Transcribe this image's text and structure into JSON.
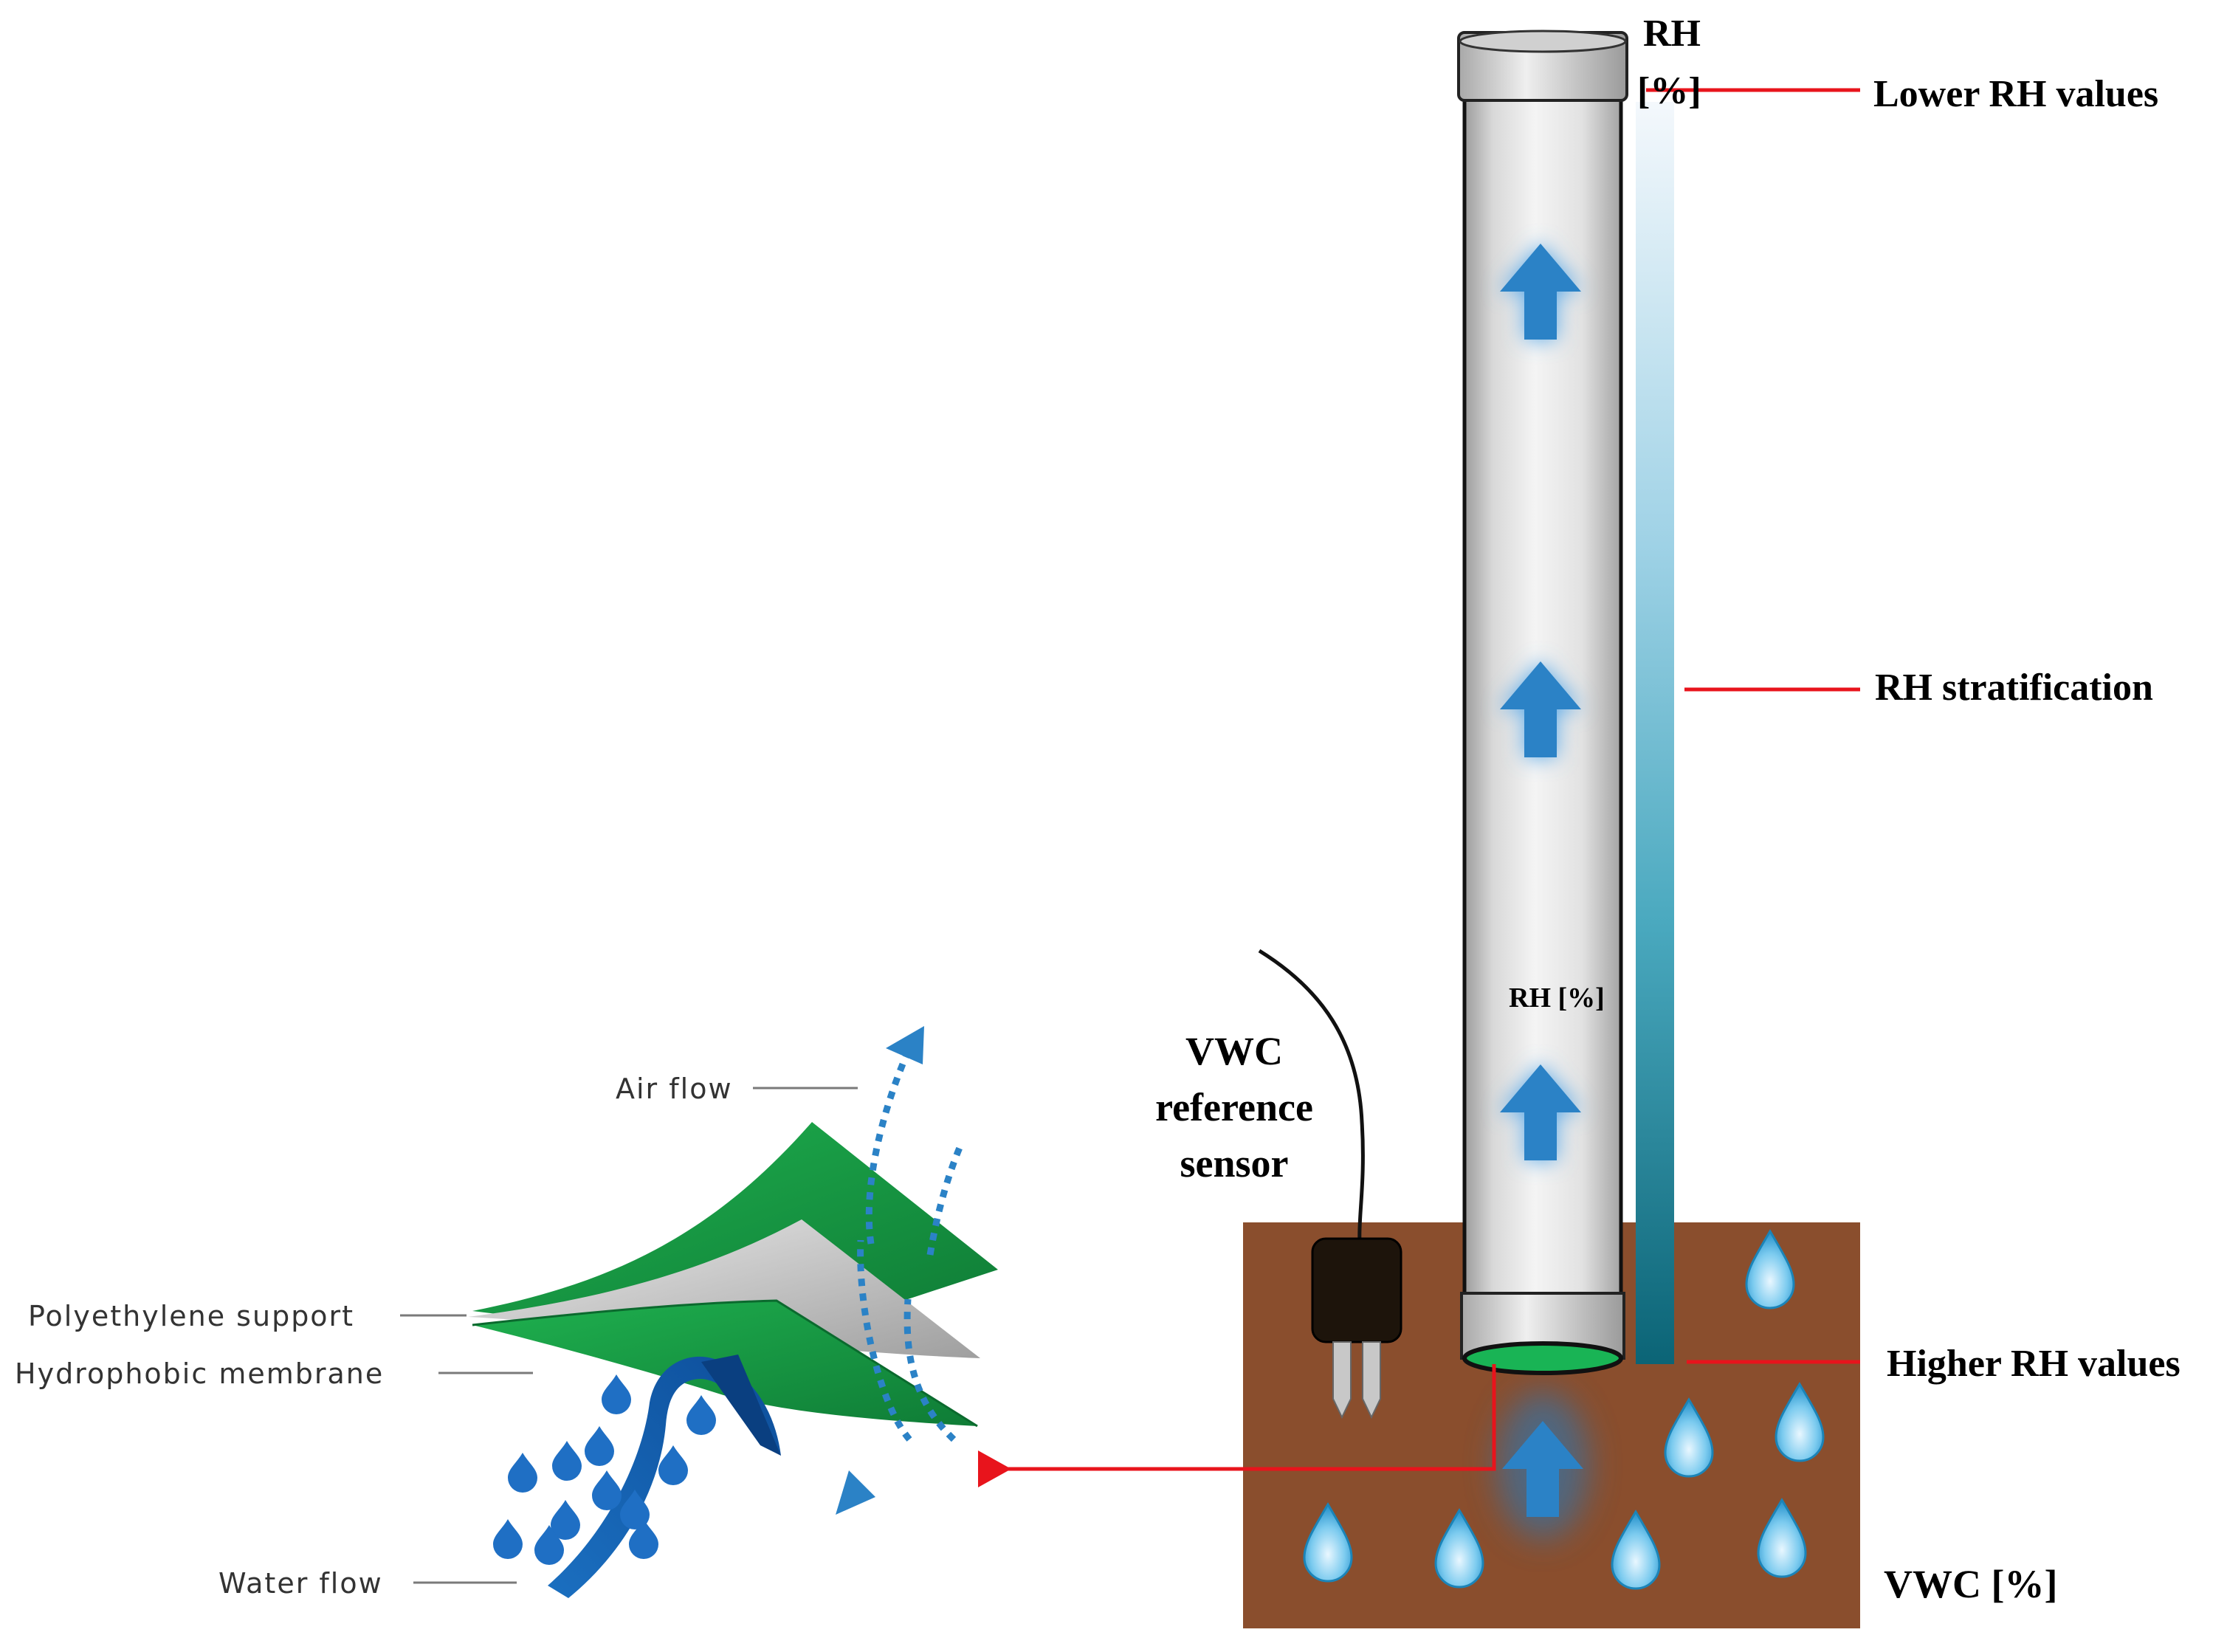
{
  "labels": {
    "rh_top_line1": "RH",
    "rh_top_line2": "[%]",
    "lower_rh": "Lower RH values",
    "rh_stratification": "RH stratification",
    "higher_rh": "Higher RH values",
    "vwc_unit": "VWC [%]",
    "rh_inside": "RH [%]",
    "vwc_sensor_line1": "VWC",
    "vwc_sensor_line2": "reference",
    "vwc_sensor_line3": "sensor",
    "air_flow": "Air flow",
    "polyethylene": "Polyethylene support",
    "hydrophobic": "Hydrophobic membrane",
    "water_flow": "Water flow"
  },
  "colors": {
    "soil": "#8a4e2d",
    "annotation_red": "#e8141c",
    "arrow_blue": "#2b82c6",
    "membrane_green": "#1aa34a",
    "gradient_top": "#f4f8fc",
    "gradient_bottom": "#0b6476"
  }
}
